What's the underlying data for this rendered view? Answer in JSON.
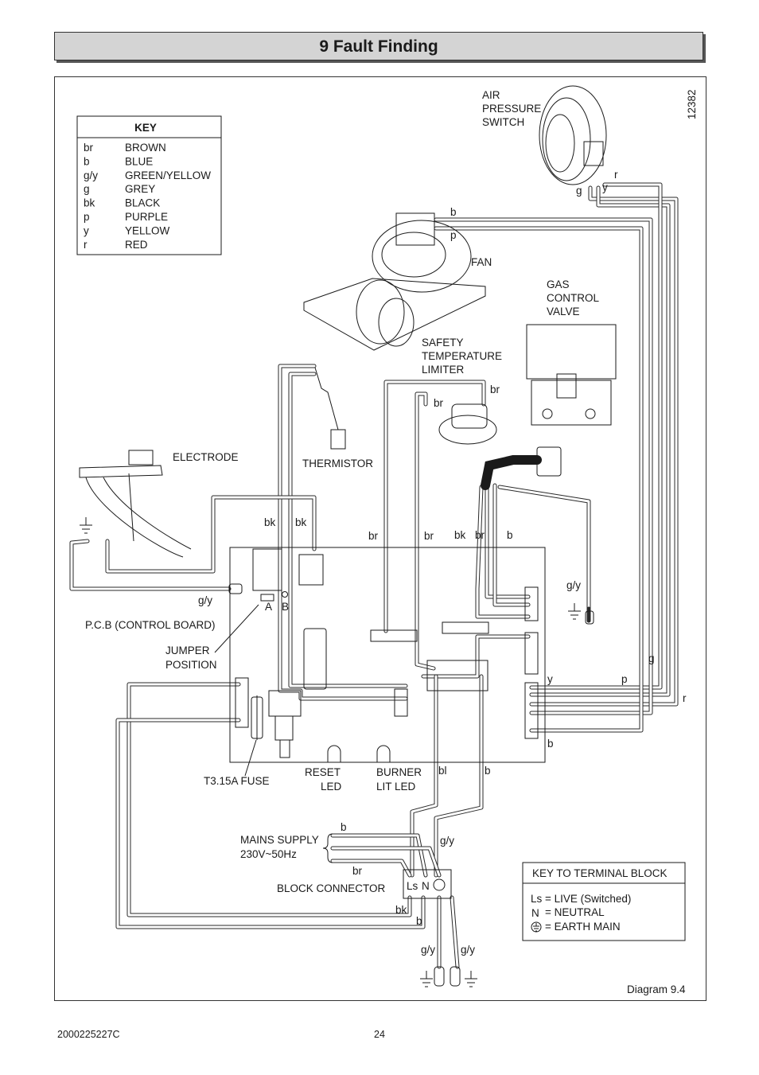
{
  "header": {
    "title": "9 Fault Finding"
  },
  "diagram": {
    "ref_number": "12382",
    "caption": "Diagram 9.4",
    "key": {
      "title": "KEY",
      "entries": [
        {
          "code": "br",
          "name": "BROWN"
        },
        {
          "code": "b",
          "name": "BLUE"
        },
        {
          "code": "g/y",
          "name": "GREEN/YELLOW"
        },
        {
          "code": "g",
          "name": "GREY"
        },
        {
          "code": "bk",
          "name": "BLACK"
        },
        {
          "code": "p",
          "name": "PURPLE"
        },
        {
          "code": "y",
          "name": "YELLOW"
        },
        {
          "code": "r",
          "name": "RED"
        }
      ]
    },
    "terminal_key": {
      "title": "KEY TO TERMINAL BLOCK",
      "ls_symbol": "Ls",
      "ls_text": "= LIVE (Switched)",
      "n_symbol": "N",
      "n_text": "= NEUTRAL",
      "earth_text": "= EARTH MAIN"
    },
    "components": {
      "air_pressure_switch": [
        "AIR",
        "PRESSURE",
        "SWITCH"
      ],
      "fan": "FAN",
      "gas_control_valve": [
        "GAS",
        "CONTROL",
        "VALVE"
      ],
      "safety_temperature_limiter": [
        "SAFETY",
        "TEMPERATURE",
        "LIMITER"
      ],
      "electrode": "ELECTRODE",
      "thermistor": "THERMISTOR",
      "pcb": "P.C.B (CONTROL BOARD)",
      "jumper_position": [
        "JUMPER",
        "POSITION"
      ],
      "fuse": "T3.15A FUSE",
      "reset_led": [
        "RESET",
        "LED"
      ],
      "burner_lit_led": [
        "BURNER",
        "LIT LED"
      ],
      "mains_supply": [
        "MAINS SUPPLY",
        "230V~50Hz"
      ],
      "block_connector": "BLOCK CONNECTOR",
      "jumper_a": "A",
      "jumper_b": "B",
      "block_ls": "Ls",
      "block_n": "N"
    },
    "wire_labels": {
      "aps_g": "g",
      "aps_y": "y",
      "aps_r": "r",
      "fan_b": "b",
      "fan_p": "p",
      "stl_br1": "br",
      "stl_br2": "br",
      "bk1": "bk",
      "bk2": "bk",
      "br1": "br",
      "br2": "br",
      "bk3": "bk",
      "br3": "br",
      "b1": "b",
      "gy_electrode": "g/y",
      "gy_right": "g/y",
      "g_right": "g",
      "y_conn": "y",
      "p_conn": "p",
      "r_right": "r",
      "b_conn": "b",
      "bl_pcb": "bl",
      "b_pcb": "b",
      "mains_b": "b",
      "mains_gy": "g/y",
      "mains_br": "br",
      "block_bk": "bk",
      "block_b": "b",
      "earth_gy1": "g/y",
      "earth_gy2": "g/y"
    }
  },
  "footer": {
    "doc_number": "2000225227C",
    "page_number": "24"
  }
}
